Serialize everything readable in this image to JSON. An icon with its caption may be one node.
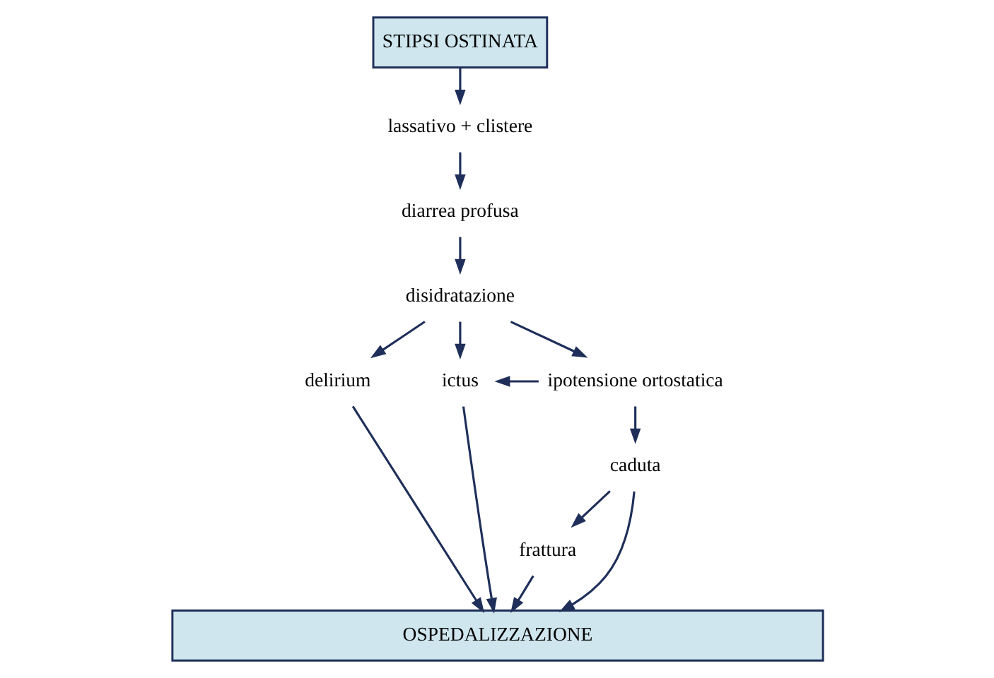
{
  "diagram": {
    "nodes": [
      {
        "text": [
          "STIPSI OSTINATA"
        ]
      },
      {
        "text": [
          "lassativo + clistere"
        ]
      },
      {
        "text": [
          "diarrea profusa"
        ]
      },
      {
        "text": [
          "disidratazione"
        ]
      },
      {
        "text": [
          "delirium"
        ]
      },
      {
        "text": [
          "ictus"
        ]
      },
      {
        "text": [
          "ipotensione ortostatica"
        ]
      },
      {
        "text": [
          "caduta"
        ]
      },
      {
        "text": [
          "frattura"
        ]
      },
      {
        "text": [
          "OSPEDALIZZAZIONE"
        ]
      }
    ],
    "edges": [
      {
        "from": 0,
        "to": 1,
        "arrow": "to"
      },
      {
        "from": 1,
        "to": 2,
        "arrow": "to"
      },
      {
        "from": 2,
        "to": 3,
        "arrow": "to"
      },
      {
        "from": 3,
        "to": 4,
        "arrow": "to"
      },
      {
        "from": 3,
        "to": 5,
        "arrow": "to"
      },
      {
        "from": 3,
        "to": 6,
        "arrow": "to"
      },
      {
        "from": 6,
        "to": 5,
        "arrow": "to"
      },
      {
        "from": 6,
        "to": 7,
        "arrow": "to"
      },
      {
        "from": 7,
        "to": 8,
        "arrow": "to"
      },
      {
        "from": 5,
        "to": 9,
        "arrow": "to"
      },
      {
        "from": 7,
        "to": 9,
        "arrow": "to"
      },
      {
        "from": 8,
        "to": 9,
        "arrow": "to"
      },
      {
        "from": 4,
        "to": 9,
        "arrow": "to"
      }
    ]
  }
}
